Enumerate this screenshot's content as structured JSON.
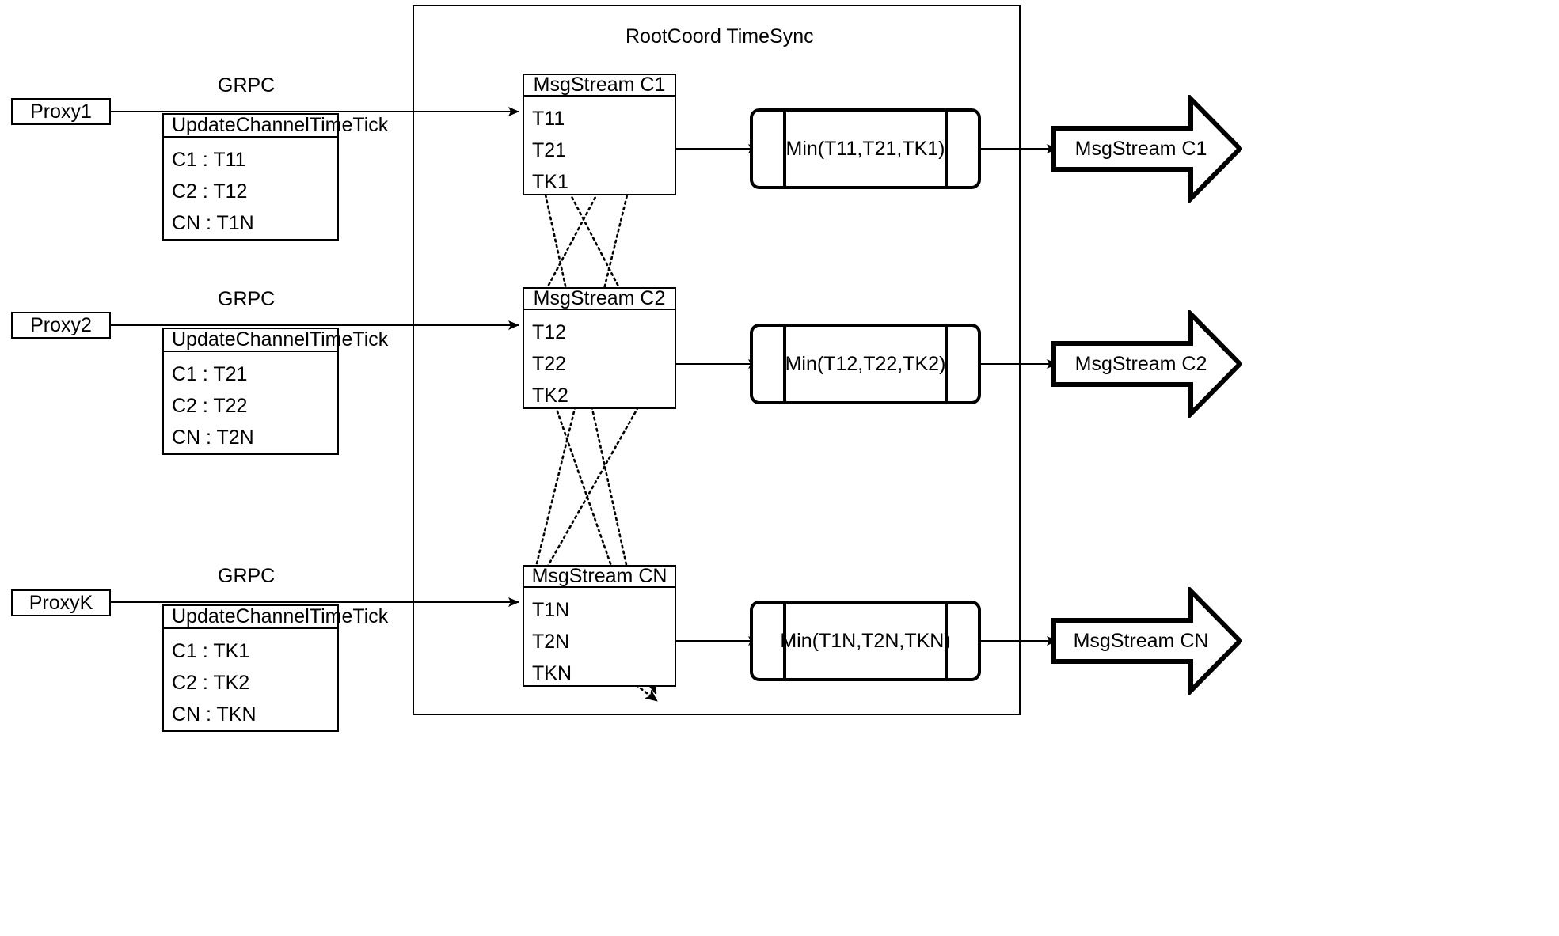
{
  "container": {
    "title": "RootCoord TimeSync"
  },
  "proxies": [
    {
      "name": "Proxy1",
      "grpc_label": "GRPC",
      "rpc_title": "UpdateChannelTimeTick",
      "rows": [
        "C1 :  T11",
        "C2 :  T12",
        "CN : T1N"
      ]
    },
    {
      "name": "Proxy2",
      "grpc_label": "GRPC",
      "rpc_title": "UpdateChannelTimeTick",
      "rows": [
        "C1 :  T21",
        "C2 :  T22",
        "CN : T2N"
      ]
    },
    {
      "name": "ProxyK",
      "grpc_label": "GRPC",
      "rpc_title": "UpdateChannelTimeTick",
      "rows": [
        "C1 :  TK1",
        "C2 :  TK2",
        "CN : TKN"
      ]
    }
  ],
  "channels": [
    {
      "stream_title": "MsgStream C1",
      "stream_rows": [
        "T11",
        "T21",
        "TK1"
      ],
      "min_label": "Min(T11,T21,TK1)",
      "output_label": "MsgStream C1"
    },
    {
      "stream_title": "MsgStream C2",
      "stream_rows": [
        "T12",
        "T22",
        "TK2"
      ],
      "min_label": "Min(T12,T22,TK2)",
      "output_label": "MsgStream C2"
    },
    {
      "stream_title": "MsgStream CN",
      "stream_rows": [
        "T1N",
        "T2N",
        "TKN"
      ],
      "min_label": "Min(T1N,T2N,TKN)",
      "output_label": "MsgStream CN"
    }
  ],
  "colors": {
    "stroke": "#000000",
    "background": "#ffffff"
  }
}
